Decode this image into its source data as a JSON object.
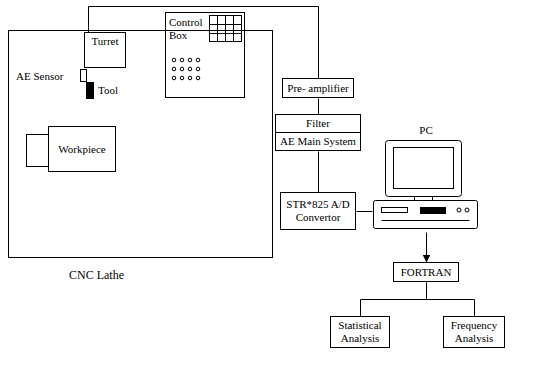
{
  "diagram": {
    "nodes": [
      {
        "text": [
          "CNC Lathe"
        ]
      },
      {
        "text": [
          "Turret"
        ],
        "in": 0
      },
      {
        "text": [
          "Workpiece"
        ],
        "in": 0
      },
      {
        "text": [
          "Control Box"
        ],
        "in": 0
      },
      {
        "text": [
          "Pre- amplifier"
        ]
      },
      {
        "text": [
          "Filter"
        ]
      },
      {
        "text": [
          "AE Main System"
        ]
      },
      {
        "text": [
          "STR*825 A/D Convertor"
        ]
      },
      {
        "text": [
          "PC"
        ]
      },
      {
        "text": [
          "FORTRAN"
        ]
      },
      {
        "text": [
          "Statistical Analysis"
        ]
      },
      {
        "text": [
          "Frequency Analysis"
        ]
      }
    ],
    "edges": [
      {
        "from": 1,
        "to": 4,
        "arrow": "none"
      },
      {
        "from": 4,
        "to": 5,
        "arrow": "none"
      },
      {
        "from": 6,
        "to": 7,
        "arrow": "none"
      },
      {
        "from": 7,
        "to": 8,
        "arrow": "none"
      },
      {
        "from": 8,
        "to": 9,
        "arrow": "to"
      },
      {
        "from": 9,
        "to": 10,
        "arrow": "none"
      },
      {
        "from": 9,
        "to": 11,
        "arrow": "none"
      }
    ],
    "labels": [
      "AE Sensor",
      "Tool"
    ]
  }
}
